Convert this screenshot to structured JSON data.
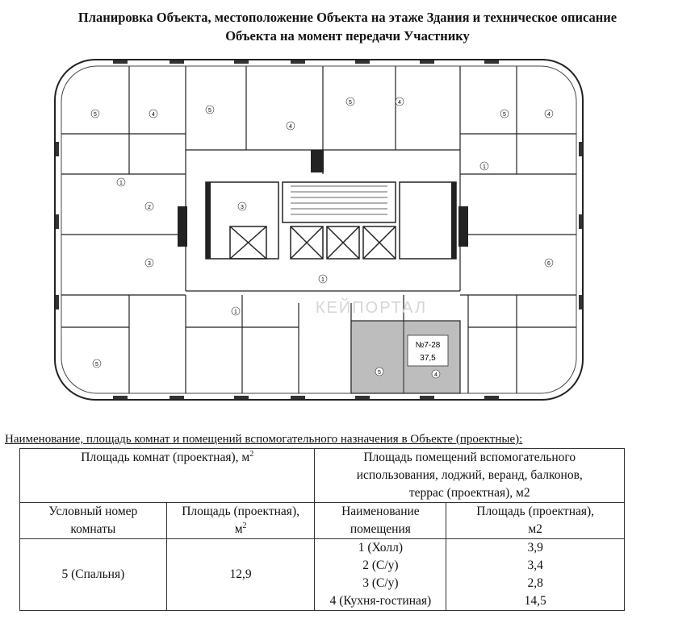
{
  "document": {
    "title_line1": "Планировка Объекта, местоположение Объекта на этаже Здания и техническое описание",
    "title_line2": "Объекта на момент передачи Участнику"
  },
  "floor_plan": {
    "apartment_label": "№7-28",
    "apartment_area": "37,5",
    "watermark": "КЕЙПОРТАЛ",
    "room_numbers": {
      "r1": "5",
      "r2": "4",
      "r3": "1",
      "r4": "2",
      "r5": "3",
      "r6": "5",
      "r7": "4",
      "r8": "5",
      "r9": "4",
      "r10": "1",
      "r11": "5",
      "r12": "4",
      "r13": "6",
      "r14": "1",
      "r15": "5",
      "r16": "4",
      "r17": "1",
      "r18": "5",
      "r19": "3"
    }
  },
  "table": {
    "caption": "Наименование, площадь комнат и помещений вспомогательного назначения в Объекте (проектные):",
    "rooms_header": "Площадь комнат (проектная), м",
    "rooms_header_sup": "2",
    "aux_header_line1": "Площадь помещений вспомогательного",
    "aux_header_line2": "использования, лоджий, веранд, балконов,",
    "aux_header_line3": "террас (проектная), м2",
    "col1_line1": "Условный номер",
    "col1_line2": "комнаты",
    "col2_line1": "Площадь (проектная),",
    "col2_line2": "м",
    "col2_sup": "2",
    "col3_line1": "Наименование",
    "col3_line2": "помещения",
    "col4_line1": "Площадь (проектная),",
    "col4_line2": "м2",
    "room_name": "5 (Спальня)",
    "room_area": "12,9",
    "aux_rooms": [
      {
        "name": "1 (Холл)",
        "area": "3,9"
      },
      {
        "name": "2 (С/у)",
        "area": "3,4"
      },
      {
        "name": "3 (С/у)",
        "area": "2,8"
      },
      {
        "name": "4 (Кухня-гостиная)",
        "area": "14,5"
      }
    ]
  }
}
